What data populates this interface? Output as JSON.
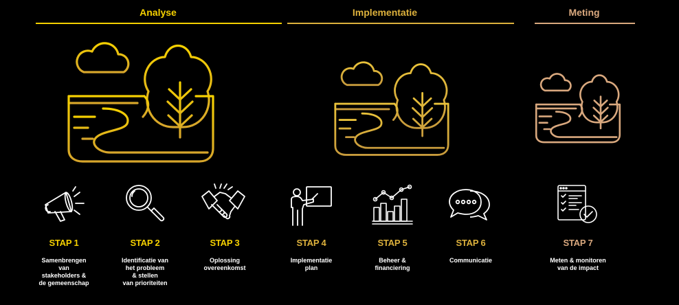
{
  "phases": [
    {
      "title": "Analyse",
      "color": "#f5d000"
    },
    {
      "title": "Implementatie",
      "color": "#ddb13c"
    },
    {
      "title": "Meting",
      "color": "#d9a87e"
    }
  ],
  "steps": [
    {
      "label": "STAP 1",
      "desc": "Samenbrengen\nvan\nstakeholders &\nde gemeenschap",
      "icon": "megaphone-icon"
    },
    {
      "label": "STAP 2",
      "desc": "Identificatie van\nhet probleem\n& stellen\nvan prioriteiten",
      "icon": "magnifier-icon"
    },
    {
      "label": "STAP 3",
      "desc": "Oplossing\novereenkomst",
      "icon": "handshake-icon"
    },
    {
      "label": "STAP 4",
      "desc": "Implementatie\nplan",
      "icon": "presenter-icon"
    },
    {
      "label": "STAP 5",
      "desc": "Beheer &\nfinanciering",
      "icon": "bar-chart-icon"
    },
    {
      "label": "STAP 6",
      "desc": "Communicatie",
      "icon": "chat-bubbles-icon"
    },
    {
      "label": "STAP 7",
      "desc": "Meten & monitoren\nvan de impact",
      "icon": "checklist-icon"
    }
  ]
}
